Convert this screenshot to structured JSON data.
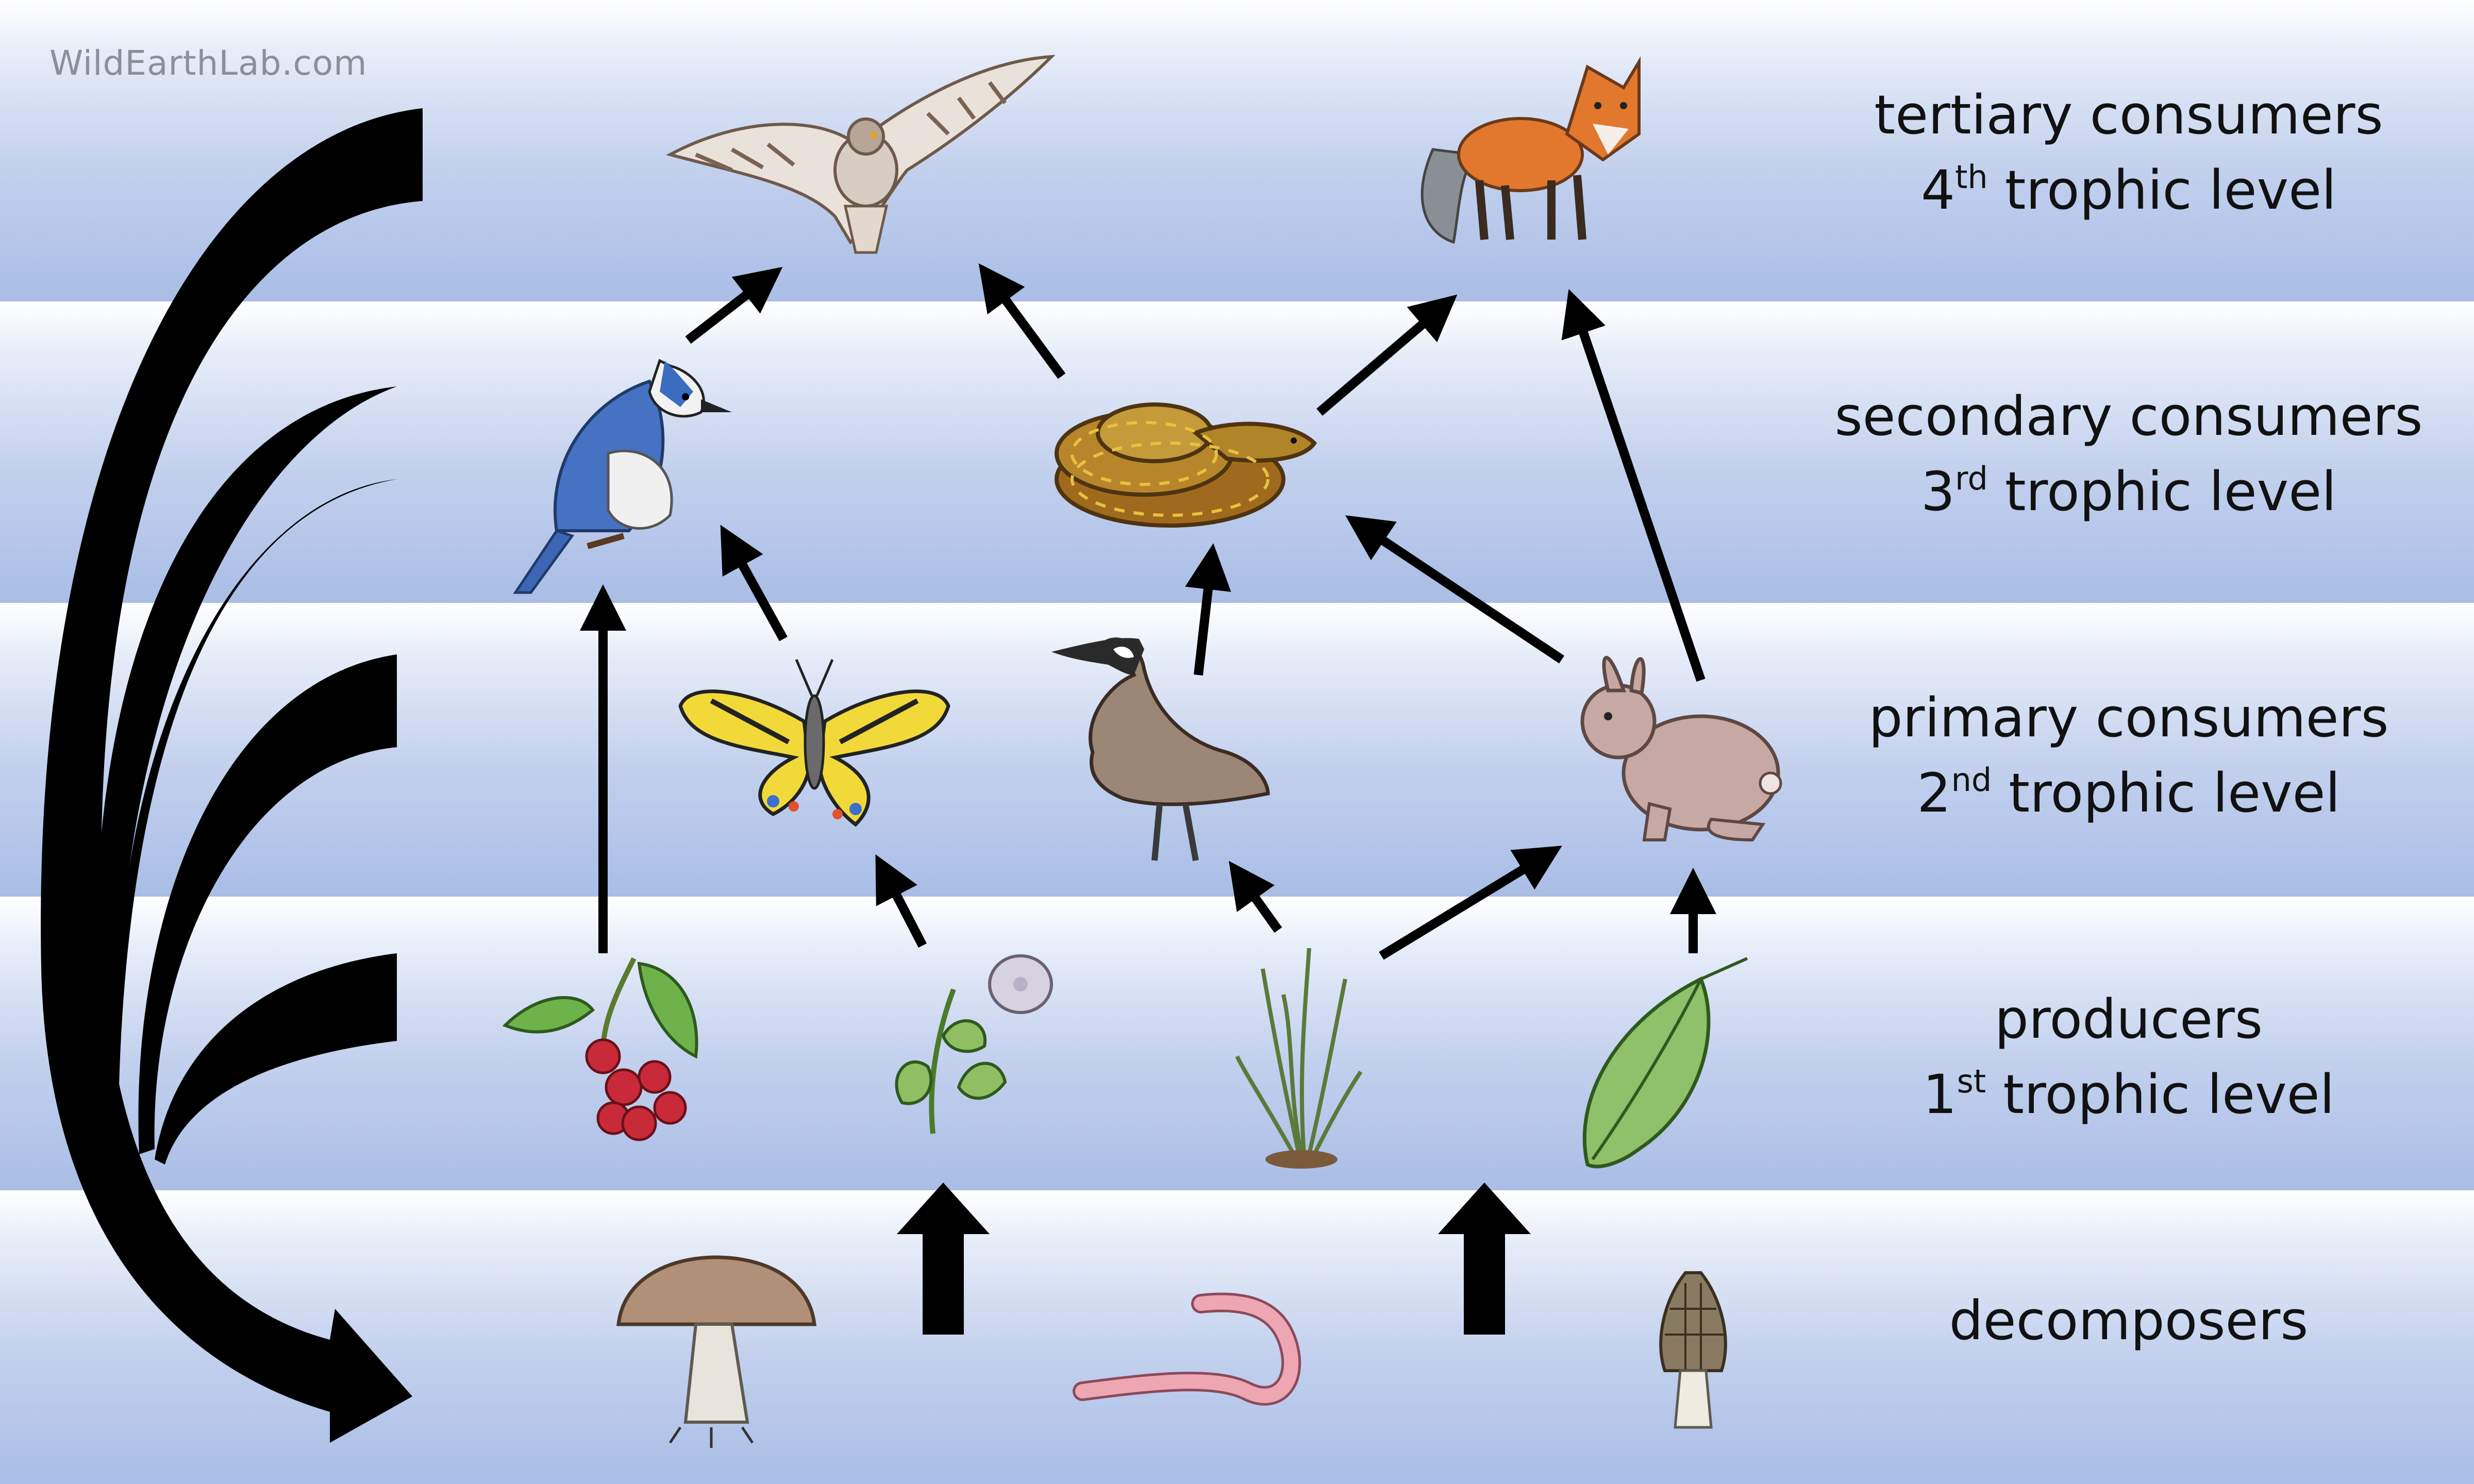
{
  "watermark": "WildEarthLab.com",
  "levels": {
    "tertiary": {
      "name": "tertiary consumers",
      "num": "4",
      "suffix": "th",
      "rest": " trophic level"
    },
    "secondary": {
      "name": "secondary consumers",
      "num": "3",
      "suffix": "rd",
      "rest": " trophic level"
    },
    "primary": {
      "name": "primary consumers",
      "num": "2",
      "suffix": "nd",
      "rest": " trophic level"
    },
    "producers": {
      "name": "producers",
      "num": "1",
      "suffix": "st",
      "rest": " trophic level"
    },
    "decomposers": {
      "name": "decomposers"
    }
  },
  "organisms": {
    "tertiary": [
      "hawk",
      "fox"
    ],
    "secondary": [
      "blue jay",
      "snake"
    ],
    "primary": [
      "butterfly",
      "goose",
      "rabbit"
    ],
    "producers": [
      "raspberries",
      "morning glory",
      "grass",
      "leaf"
    ],
    "decomposers": [
      "mushroom",
      "earthworm",
      "morel"
    ]
  },
  "colors": {
    "band_top": "#ffffff",
    "band_bottom": "#a9bde6",
    "arrow": "#000000",
    "text": "#111111"
  }
}
